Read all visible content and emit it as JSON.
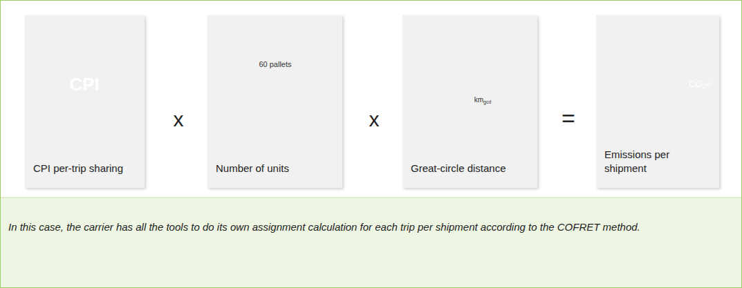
{
  "diagram": {
    "caption": "In this case, the carrier has all the tools to do its own assignment calculation for each trip per shipment according to the COFRET method.",
    "nodes": [
      {
        "text": [
          "CPI per-trip sharing"
        ]
      },
      {
        "text": [
          "Number of units"
        ]
      },
      {
        "text": [
          "Great-circle distance"
        ]
      },
      {
        "text": [
          "Emissions per shipment"
        ]
      }
    ],
    "labels": [
      "CPI",
      "60 pallets",
      "km",
      "gcd",
      "CO",
      "2",
      "e",
      "x",
      "x",
      "="
    ]
  }
}
